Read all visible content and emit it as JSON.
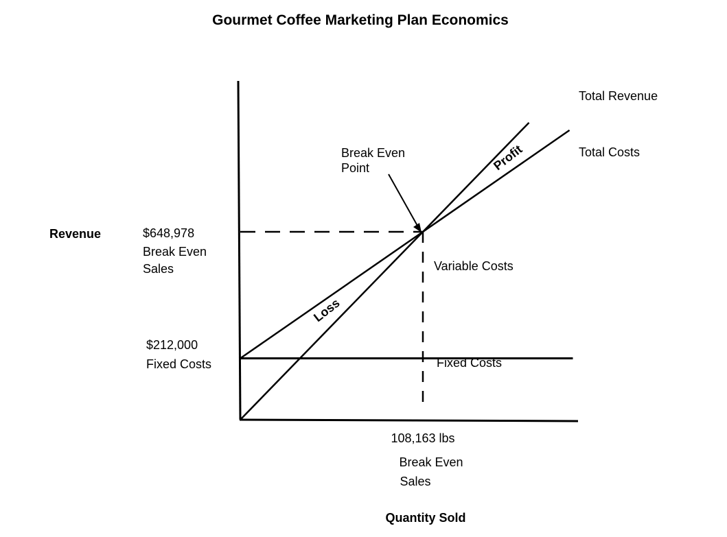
{
  "chart_data": {
    "type": "line",
    "title": "Gourmet Coffee Marketing Plan Economics",
    "xlabel": "Quantity Sold",
    "ylabel": "Revenue",
    "series": [
      {
        "name": "Total Revenue",
        "x": [
          0,
          108163
        ],
        "y": [
          0,
          648978
        ]
      },
      {
        "name": "Total Costs",
        "x": [
          0,
          108163
        ],
        "y": [
          212000,
          648978
        ]
      },
      {
        "name": "Fixed Costs",
        "x": [
          0,
          108163
        ],
        "y": [
          212000,
          212000
        ]
      }
    ],
    "break_even": {
      "quantity": 108163,
      "revenue": 648978,
      "label": "Break Even Point",
      "quantity_label": "108,163 lbs",
      "quantity_caption": "Break Even Sales",
      "revenue_label": "$648,978",
      "revenue_caption": "Break Even Sales"
    },
    "fixed_cost_label": "$212,000",
    "fixed_cost_caption": "Fixed Costs",
    "regions": {
      "profit": "Profit",
      "loss": "Loss",
      "variable_costs": "Variable Costs",
      "fixed_costs": "Fixed Costs"
    }
  }
}
